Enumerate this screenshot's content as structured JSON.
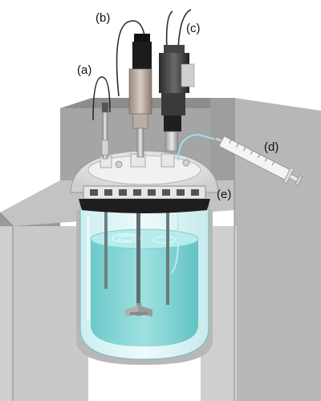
{
  "labels": {
    "a": "(a)",
    "b": "(b)",
    "c": "(c)",
    "d": "(d)",
    "e": "(e)"
  },
  "colors": {
    "housing_dark": "#8f8f8f",
    "housing_mid": "#a9a9a9",
    "housing_light": "#c7c7c7",
    "liquid": "#7fd3d3",
    "liquid_light": "#a9e3e3",
    "glass": "#d7f1f3",
    "lid": "#ececec",
    "clamp": "#1e1e1e",
    "syringe": "#f2f2f2",
    "tube": "#9fd9e6"
  },
  "icons": [
    "temperature-probe",
    "ph-probe",
    "overhead-stirrer",
    "syringe",
    "clamp-ring"
  ]
}
